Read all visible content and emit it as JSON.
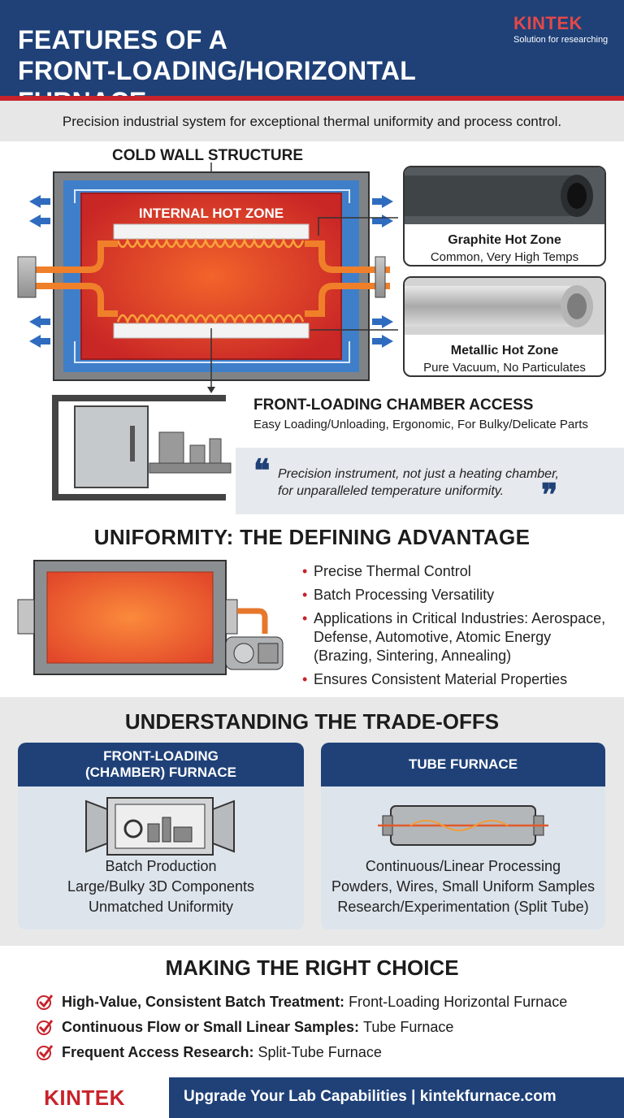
{
  "header": {
    "title_line1": "FEATURES OF A",
    "title_line2": "FRONT-LOADING/HORIZONTAL FURNACE",
    "logo": "KINTEK",
    "logo_tagline": "Solution for researching",
    "subtitle": "Precision industrial system for exceptional thermal uniformity and process control."
  },
  "diagram": {
    "cold_wall_label": "COLD WALL STRUCTURE",
    "hot_zone_label": "INTERNAL HOT ZONE",
    "graphite": {
      "title": "Graphite Hot Zone",
      "subtitle": "Common, Very High Temps"
    },
    "metallic": {
      "title": "Metallic Hot Zone",
      "subtitle": "Pure Vacuum, No Particulates"
    },
    "front_loading": {
      "title": "FRONT-LOADING CHAMBER ACCESS",
      "subtitle": "Easy Loading/Unloading, Ergonomic, For Bulky/Delicate Parts"
    },
    "quote_line1": "Precision instrument, not just a heating chamber,",
    "quote_line2": "for unparalleled temperature uniformity.",
    "colors": {
      "navy": "#1f4178",
      "red": "#c8232c",
      "cold_wall": "#3f7fc9",
      "hot_zone": "#d8312a"
    }
  },
  "uniformity": {
    "title": "UNIFORMITY: THE DEFINING ADVANTAGE",
    "items": [
      "Precise Thermal Control",
      "Batch Processing Versatility",
      "Applications in Critical Industries: Aerospace, Defense, Automotive, Atomic Energy (Brazing, Sintering, Annealing)",
      "Ensures Consistent Material Properties"
    ]
  },
  "tradeoffs": {
    "title": "UNDERSTANDING THE TRADE-OFFS",
    "front": {
      "head_line1": "FRONT-LOADING",
      "head_line2": "(CHAMBER) FURNACE",
      "lines": [
        "Batch Production",
        "Large/Bulky 3D Components",
        "Unmatched Uniformity"
      ]
    },
    "tube": {
      "head": "TUBE FURNACE",
      "lines": [
        "Continuous/Linear Processing",
        "Powders, Wires, Small Uniform Samples",
        "Research/Experimentation (Split Tube)"
      ]
    }
  },
  "choice": {
    "title": "MAKING THE RIGHT CHOICE",
    "rows": [
      {
        "bold": "High-Value, Consistent Batch Treatment:",
        "text": "Front-Loading Horizontal Furnace"
      },
      {
        "bold": "Continuous Flow or Small Linear Samples:",
        "text": "Tube Furnace"
      },
      {
        "bold": "Frequent Access Research:",
        "text": "Split-Tube Furnace"
      }
    ]
  },
  "footer": {
    "logo": "KINTEK",
    "text": "Upgrade Your Lab Capabilities | kintekfurnace.com"
  }
}
